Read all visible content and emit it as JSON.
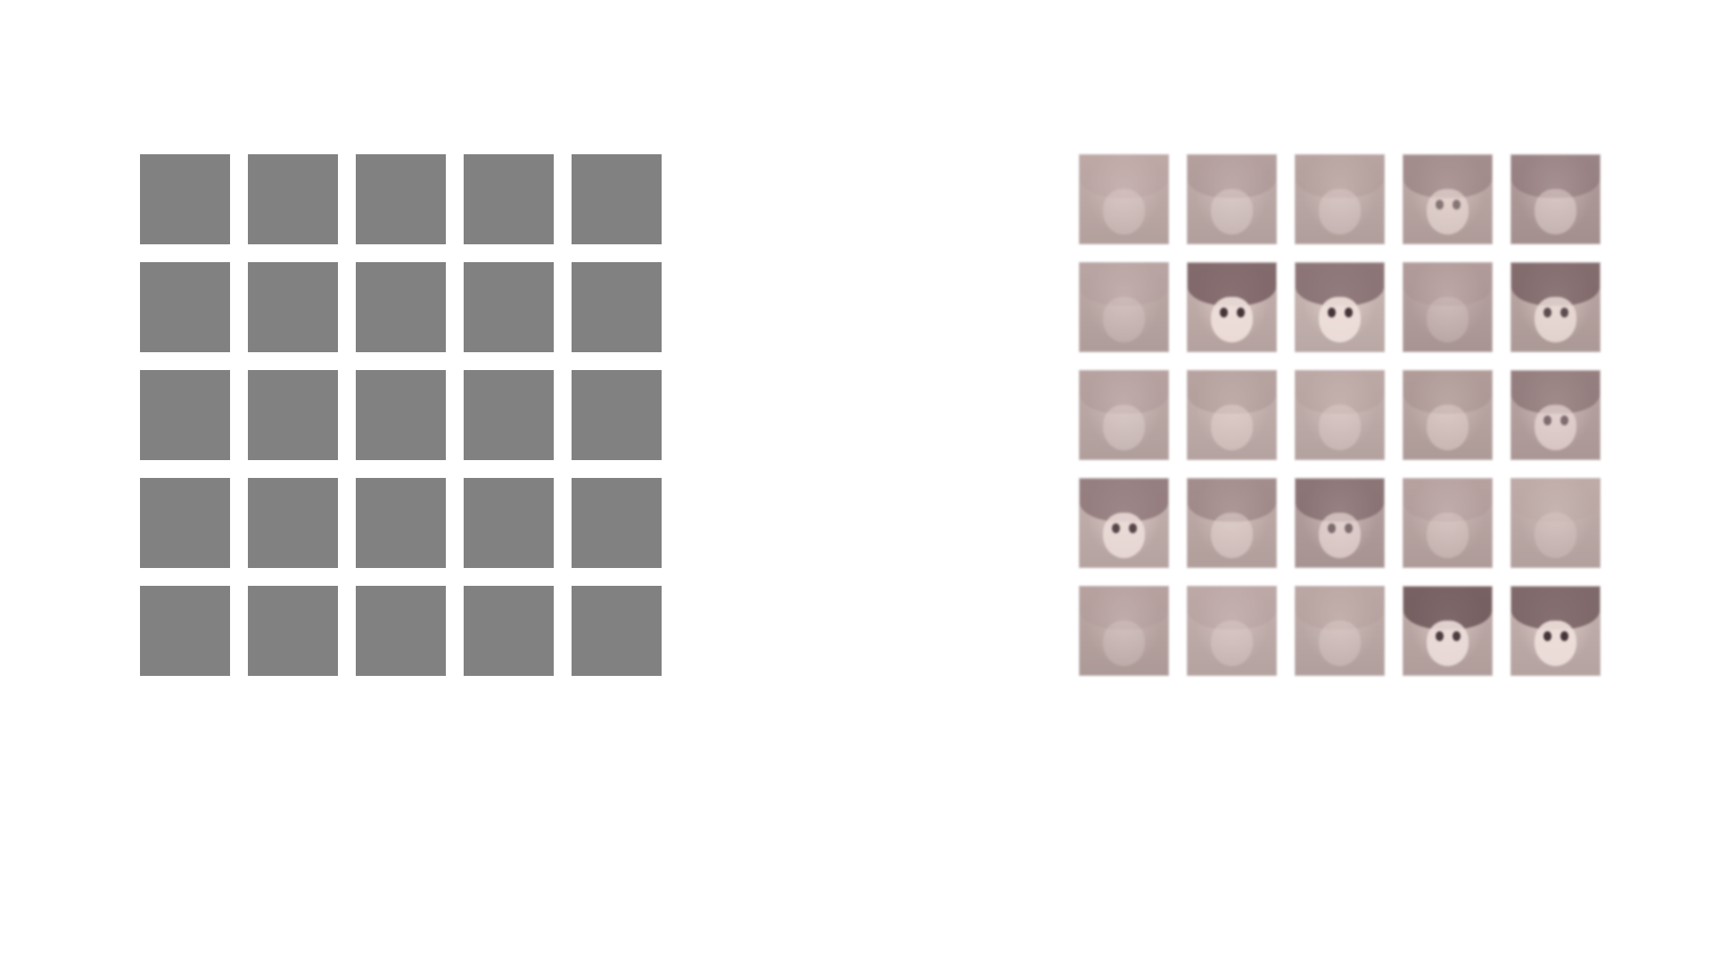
{
  "colors": {
    "background": "#ffffff",
    "placeholder_tile": "#808180"
  },
  "left_grid": {
    "rows": 5,
    "cols": 5,
    "tile_color": "#808180"
  },
  "right_grid": {
    "rows": 5,
    "cols": 5,
    "tiles": [
      {
        "tone": "#cbb6b3",
        "shade": "#b49d9c",
        "face": 0.15
      },
      {
        "tone": "#c9b5b2",
        "shade": "#9f8988",
        "face": 0.25
      },
      {
        "tone": "#c8b4b1",
        "shade": "#a99291",
        "face": 0.2
      },
      {
        "tone": "#c6b1ae",
        "shade": "#8e7677",
        "face": 0.55
      },
      {
        "tone": "#b9a3a2",
        "shade": "#7d6467",
        "face": 0.35
      },
      {
        "tone": "#c6b2af",
        "shade": "#ac9695",
        "face": 0.1
      },
      {
        "tone": "#cdb8b5",
        "shade": "#6f5659",
        "face": 0.95
      },
      {
        "tone": "#d2bfbb",
        "shade": "#7b6265",
        "face": 0.95
      },
      {
        "tone": "#bfa9a7",
        "shade": "#a58e8d",
        "face": 0.1
      },
      {
        "tone": "#c3aeab",
        "shade": "#6b5255",
        "face": 0.8
      },
      {
        "tone": "#c8b4b1",
        "shade": "#a89190",
        "face": 0.25
      },
      {
        "tone": "#cdb9b6",
        "shade": "#a48d8c",
        "face": 0.3
      },
      {
        "tone": "#ccb8b5",
        "shade": "#ae9897",
        "face": 0.2
      },
      {
        "tone": "#c5b0ad",
        "shade": "#9e8887",
        "face": 0.3
      },
      {
        "tone": "#c1abaa",
        "shade": "#7c6466",
        "face": 0.6
      },
      {
        "tone": "#cdb9b6",
        "shade": "#846b6e",
        "face": 0.85
      },
      {
        "tone": "#c9b4b1",
        "shade": "#7e6568",
        "face": 0.35
      },
      {
        "tone": "#bda7a6",
        "shade": "#6f575a",
        "face": 0.6
      },
      {
        "tone": "#c6b1ae",
        "shade": "#a99392",
        "face": 0.2
      },
      {
        "tone": "#cab6b3",
        "shade": "#b7a2a0",
        "face": 0.1
      },
      {
        "tone": "#c4afac",
        "shade": "#aa9493",
        "face": 0.1
      },
      {
        "tone": "#cdb9b6",
        "shade": "#ad9796",
        "face": 0.15
      },
      {
        "tone": "#c9b5b2",
        "shade": "#ae9897",
        "face": 0.15
      },
      {
        "tone": "#c8b3b0",
        "shade": "#5f474b",
        "face": 0.9
      },
      {
        "tone": "#cdb9b6",
        "shade": "#6c5457",
        "face": 0.95
      }
    ]
  }
}
